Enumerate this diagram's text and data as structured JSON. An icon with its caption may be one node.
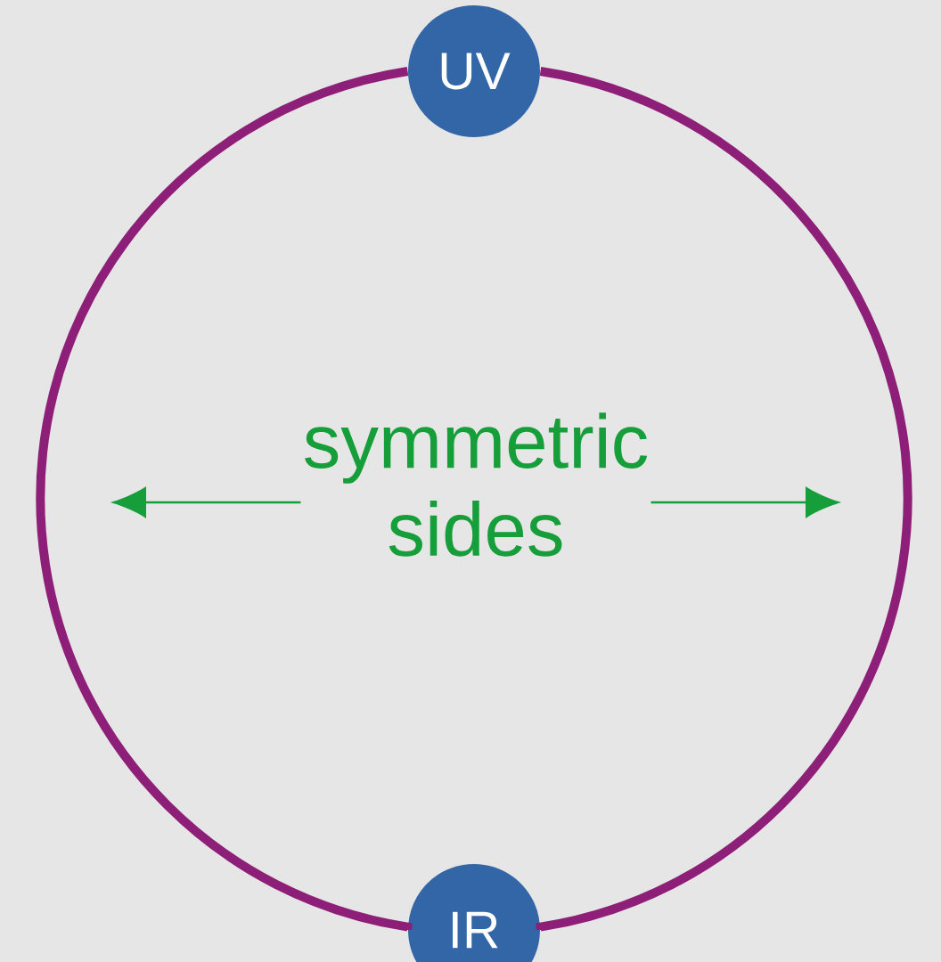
{
  "diagram": {
    "nodes": [
      {
        "text": [
          "UV"
        ]
      },
      {
        "text": [
          "IR"
        ]
      },
      {
        "text": [
          "symmetric sides"
        ]
      }
    ],
    "edges": [
      {
        "from": 0,
        "to": 1,
        "arrow": "none",
        "style": "thick",
        "color": "#8e1f78"
      },
      {
        "from": 0,
        "to": 1,
        "arrow": "none",
        "style": "thick",
        "color": "#8e1f78"
      },
      {
        "from": 2,
        "to": null,
        "arrow": "to",
        "color": "#169e3a"
      },
      {
        "from": 2,
        "to": null,
        "arrow": "to",
        "color": "#169e3a"
      }
    ]
  }
}
